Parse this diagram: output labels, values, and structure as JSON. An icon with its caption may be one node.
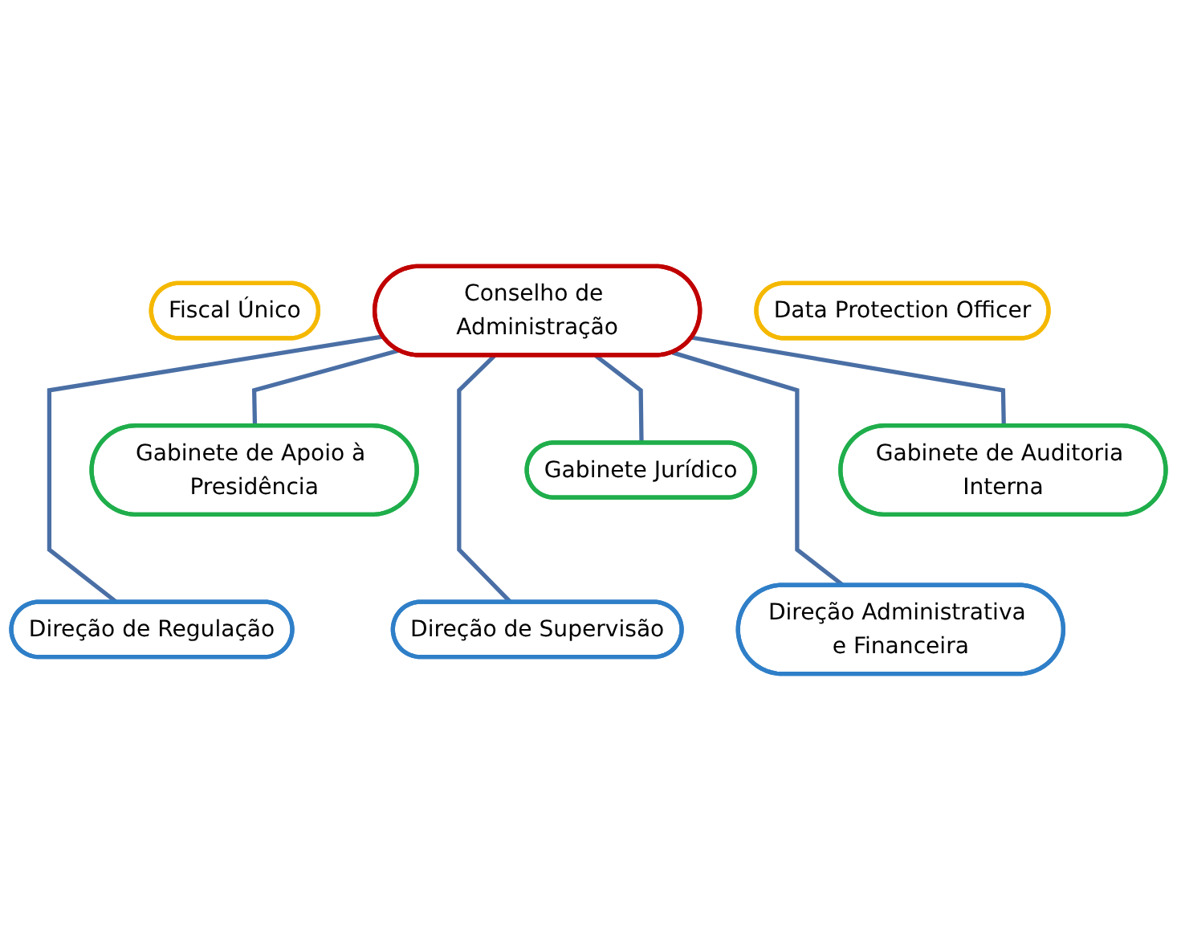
{
  "diagram": {
    "nodes": [
      {
        "text": [
          "Fiscal Único"
        ]
      },
      {
        "text": [
          "Conselho de Administração"
        ]
      },
      {
        "text": [
          "Data Protection Officer"
        ]
      },
      {
        "text": [
          "Gabinete de Apoio à Presidência"
        ]
      },
      {
        "text": [
          "Gabinete Jurídico"
        ]
      },
      {
        "text": [
          "Gabinete de Auditoria Interna"
        ]
      },
      {
        "text": [
          "Direção de Regulação"
        ]
      },
      {
        "text": [
          "Direção de Supervisão"
        ]
      },
      {
        "text": [
          "Direção Administrativa e Financeira"
        ]
      }
    ],
    "edges": [
      {
        "from": 1,
        "to": 3,
        "arrow": "none"
      },
      {
        "from": 1,
        "to": 4,
        "arrow": "none"
      },
      {
        "from": 1,
        "to": 5,
        "arrow": "none"
      },
      {
        "from": 1,
        "to": 6,
        "arrow": "none"
      },
      {
        "from": 1,
        "to": 7,
        "arrow": "none"
      },
      {
        "from": 1,
        "to": 8,
        "arrow": "none"
      }
    ]
  }
}
